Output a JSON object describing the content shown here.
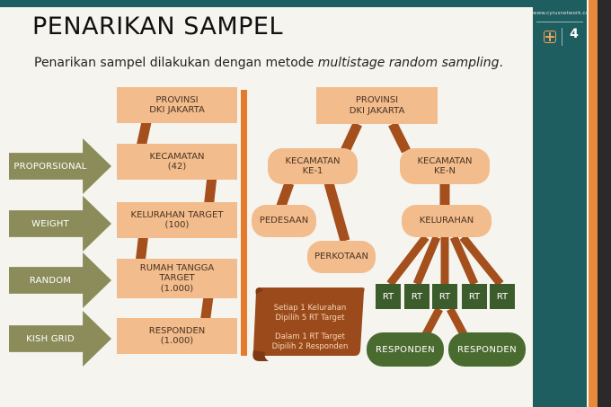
{
  "slide": {
    "title": "PENARIKAN SAMPEL",
    "subtitle_prefix": "Penarikan sampel dilakukan dengan metode ",
    "subtitle_method": "multistage random sampling",
    "subtitle_suffix": ".",
    "rail_url": "www.cyrusnetwork.co",
    "page_number": "4"
  },
  "colors": {
    "teal": "#1f5e60",
    "orange": "#e47b2c",
    "peach": "#f2bc8c",
    "olive": "#8b8c5a",
    "brown": "#a44f1c",
    "green": "#4a6b30"
  },
  "stages": [
    {
      "arrow": "PROPORSIONAL"
    },
    {
      "arrow": "WEIGHT"
    },
    {
      "arrow": "RANDOM"
    },
    {
      "arrow": "KISH GRID"
    }
  ],
  "left_boxes": [
    "PROVINSI\nDKI JAKARTA",
    "KECAMATAN\n(42)",
    "KELURAHAN TARGET\n(100)",
    "RUMAH TANGGA\nTARGET\n(1.000)",
    "RESPONDEN\n(1.000)"
  ],
  "right": {
    "province": "PROVINSI\nDKI JAKARTA",
    "kecamatan_1": "KECAMATAN\nKE-1",
    "kecamatan_n": "KECAMATAN\nKE-N",
    "pedesaan": "PEDESAAN",
    "perkotaan": "PERKOTAAN",
    "kelurahan": "KELURAHAN",
    "rt_label": "RT",
    "responden_1": "RESPONDEN",
    "responden_2": "RESPONDEN"
  },
  "note": "Setiap 1 Kelurahan\nDipilih 5 RT Target\n\nDalam 1 RT Target\nDipilih 2 Responden"
}
